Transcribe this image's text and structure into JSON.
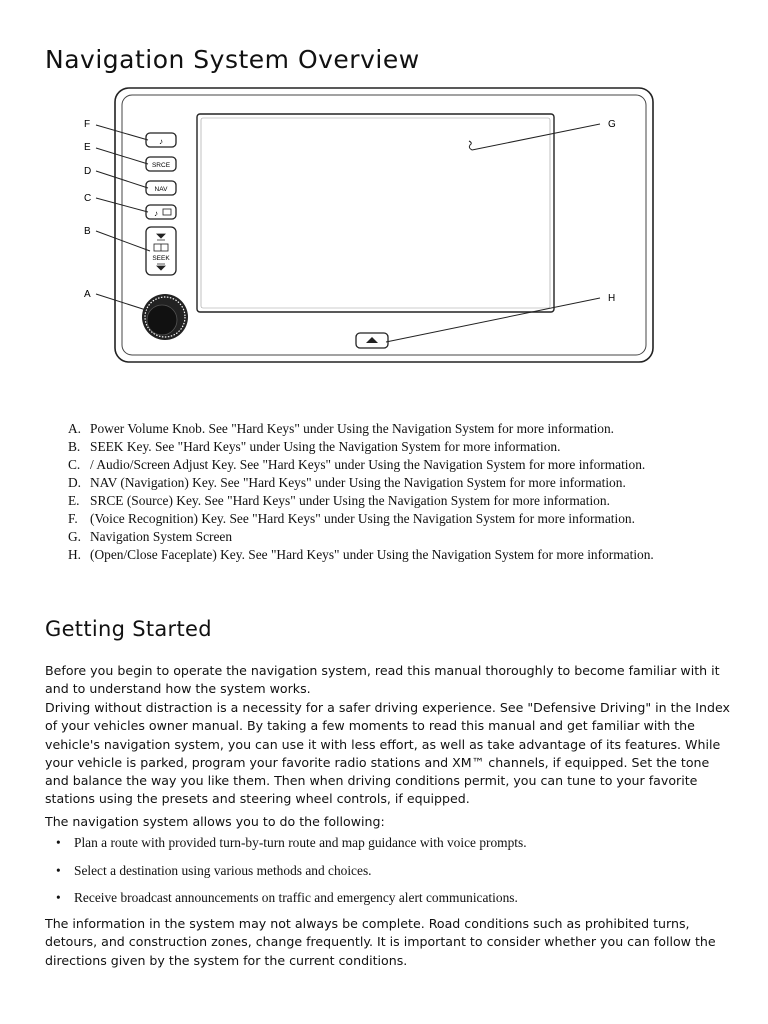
{
  "title": "Navigation System Overview",
  "figure": {
    "callouts": [
      "F",
      "E",
      "D",
      "C",
      "B",
      "A",
      "G",
      "H"
    ],
    "buttons": {
      "src": "SRCE",
      "nav": "NAV",
      "seek": "SEEK"
    }
  },
  "legend": [
    {
      "letter": "A.",
      "text": "Power Volume Knob. See \"Hard Keys\" under Using the Navigation System for more information."
    },
    {
      "letter": "B.",
      "text": "SEEK Key. See \"Hard Keys\" under Using the Navigation System for more information."
    },
    {
      "letter": "C.",
      "text": " / Audio/Screen Adjust Key. See \"Hard Keys\" under Using the Navigation System for more information."
    },
    {
      "letter": "D.",
      "text": "NAV (Navigation) Key. See \"Hard Keys\" under Using the Navigation System for more information."
    },
    {
      "letter": "E.",
      "text": "SRCE (Source) Key. See \"Hard Keys\" under Using the Navigation System for more information."
    },
    {
      "letter": "F.",
      "text": " (Voice Recognition) Key. See \"Hard Keys\" under Using the Navigation System for more information."
    },
    {
      "letter": "G.",
      "text": "Navigation System Screen"
    },
    {
      "letter": "H.",
      "text": "(Open/Close Faceplate) Key. See \"Hard Keys\" under Using the Navigation System for more information."
    }
  ],
  "section_title": "Getting Started",
  "paragraphs": [
    "Before you begin to operate the navigation system, read this manual thoroughly to become familiar with it and to understand how the system works.",
    "Driving without distraction is a necessity for a safer driving experience. See \"Defensive Driving\" in the Index of your vehicles owner manual. By taking a few moments to read this manual and get familiar with the vehicle's navigation system, you can use it with less effort, as well as take advantage of its features. While your vehicle is parked, program your favorite radio stations and XM™ channels, if equipped. Set the tone and balance the way you like them. Then when driving conditions permit, you can tune to your favorite stations using the presets and steering wheel controls, if equipped.",
    "The navigation system allows you to do the following:"
  ],
  "bullets": [
    "Plan a route with provided turn-by-turn route and map guidance with voice prompts.",
    "Select a destination using various methods and choices.",
    "Receive broadcast announcements on traffic and emergency alert communications."
  ],
  "closing": "The information in the system may not always be complete. Road conditions such as prohibited turns, detours, and construction zones, change frequently. It is important to consider whether you can follow the directions given by the system for the current conditions."
}
